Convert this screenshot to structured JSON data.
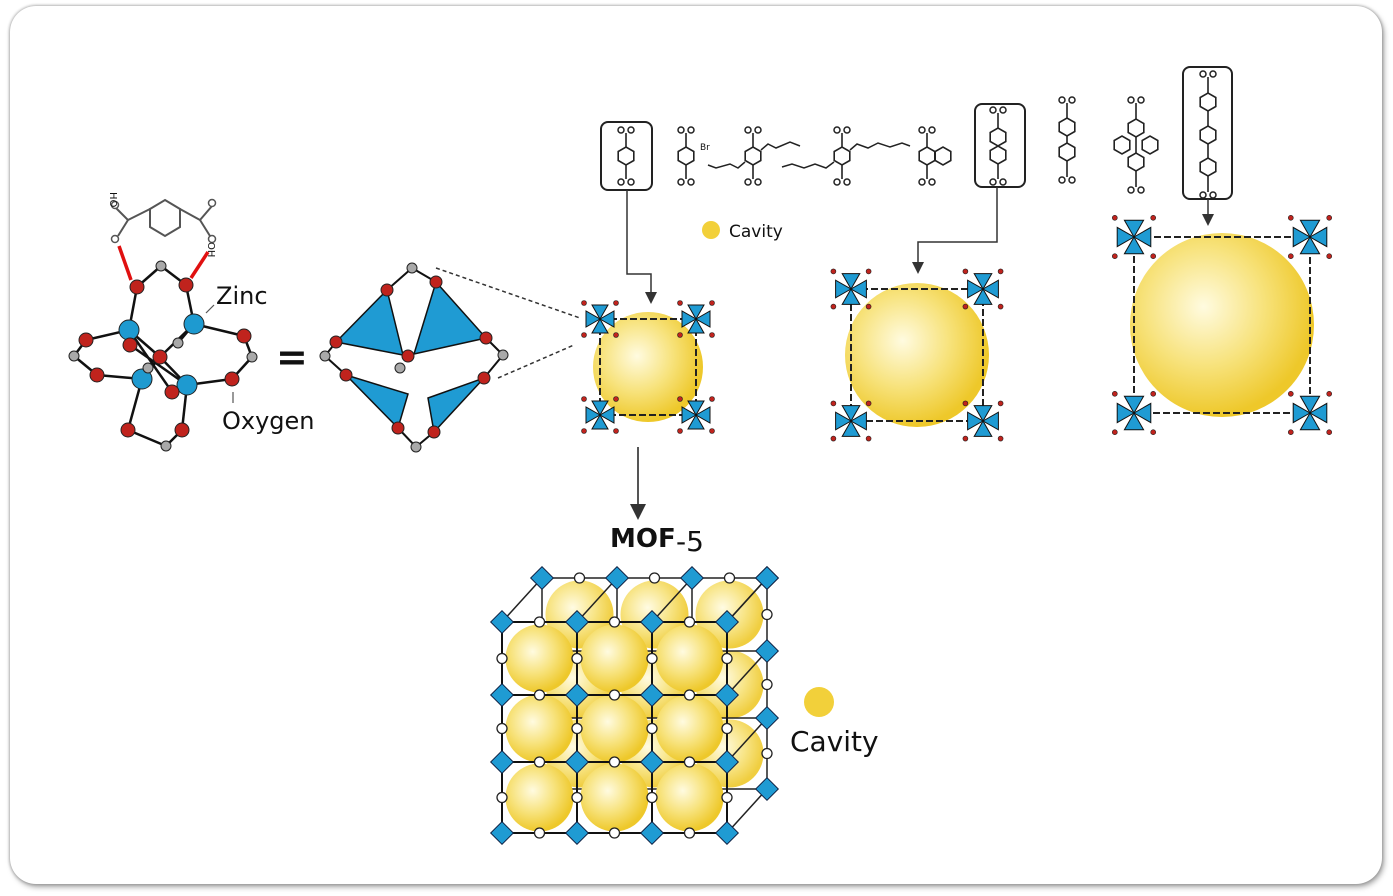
{
  "labels": {
    "zinc": "Zinc",
    "oxygen": "Oxygen",
    "equals": "=",
    "cavity_small": "Cavity",
    "cavity_large": "Cavity",
    "mof_name": "MOF",
    "mof_number": "-5",
    "bromo": "Br",
    "hydroxyl_left": "HO",
    "hydroxyl_right": "OH"
  },
  "colors": {
    "zinc": "#1e9ad0",
    "oxygen": "#c0231d",
    "carbon": "#a9a9a9",
    "polyhedron": "#1f9bd3",
    "cavity": "#f2d03a",
    "bond_highlight": "#e01010"
  },
  "linkers": [
    {
      "name": "bdc",
      "highlighted": true
    },
    {
      "name": "bromo-bdc",
      "highlighted": false
    },
    {
      "name": "propoxy-bdc",
      "highlighted": false
    },
    {
      "name": "pentoxy-bdc",
      "highlighted": false
    },
    {
      "name": "naphthalene-1-4-dc",
      "highlighted": false
    },
    {
      "name": "naphthalene-2-6-dc",
      "highlighted": true
    },
    {
      "name": "biphenyl-dc",
      "highlighted": false
    },
    {
      "name": "tetrahydropyrene-dc",
      "highlighted": false
    },
    {
      "name": "terphenyl-dc",
      "highlighted": true
    }
  ]
}
